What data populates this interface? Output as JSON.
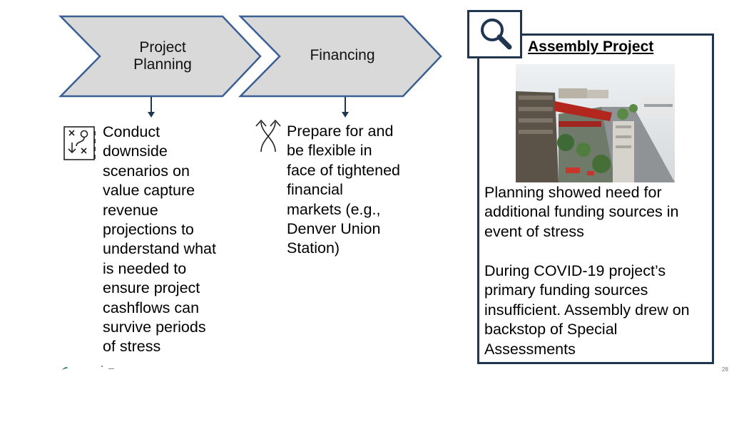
{
  "steps": [
    {
      "label_line1": "Project",
      "label_line2": "Planning"
    },
    {
      "label": "Financing"
    }
  ],
  "columns": [
    {
      "icon": "strategy-plan-icon",
      "lines": [
        "Conduct",
        "downside",
        "scenarios on",
        "value capture",
        "revenue",
        "projections to",
        "understand what",
        "is needed to",
        "ensure project",
        "cashflows can",
        "survive periods",
        "of stress"
      ]
    },
    {
      "icon": "flexible-arrows-icon",
      "lines": [
        "Prepare for and",
        "be flexible in",
        "face of tightened",
        "financial",
        "markets (e.g.,",
        "Denver Union",
        "Station)"
      ]
    }
  ],
  "case_study": {
    "icon": "magnifier-icon",
    "title": "Assembly Project",
    "photo": "assembly-row-aerial-photo",
    "paragraph1": [
      "Planning showed need for",
      "additional funding sources in",
      "event of stress"
    ],
    "paragraph2": [
      "During COVID-19 project’s",
      "primary funding sources",
      "insufficient. Assembly drew on",
      "backstop of Special",
      "Assessments"
    ]
  },
  "page_number": "28",
  "colors": {
    "chevron_fill": "#d9d9d9",
    "chevron_stroke": "#3a5f94",
    "box_border": "#1f3550",
    "connector": "#1f3550"
  }
}
